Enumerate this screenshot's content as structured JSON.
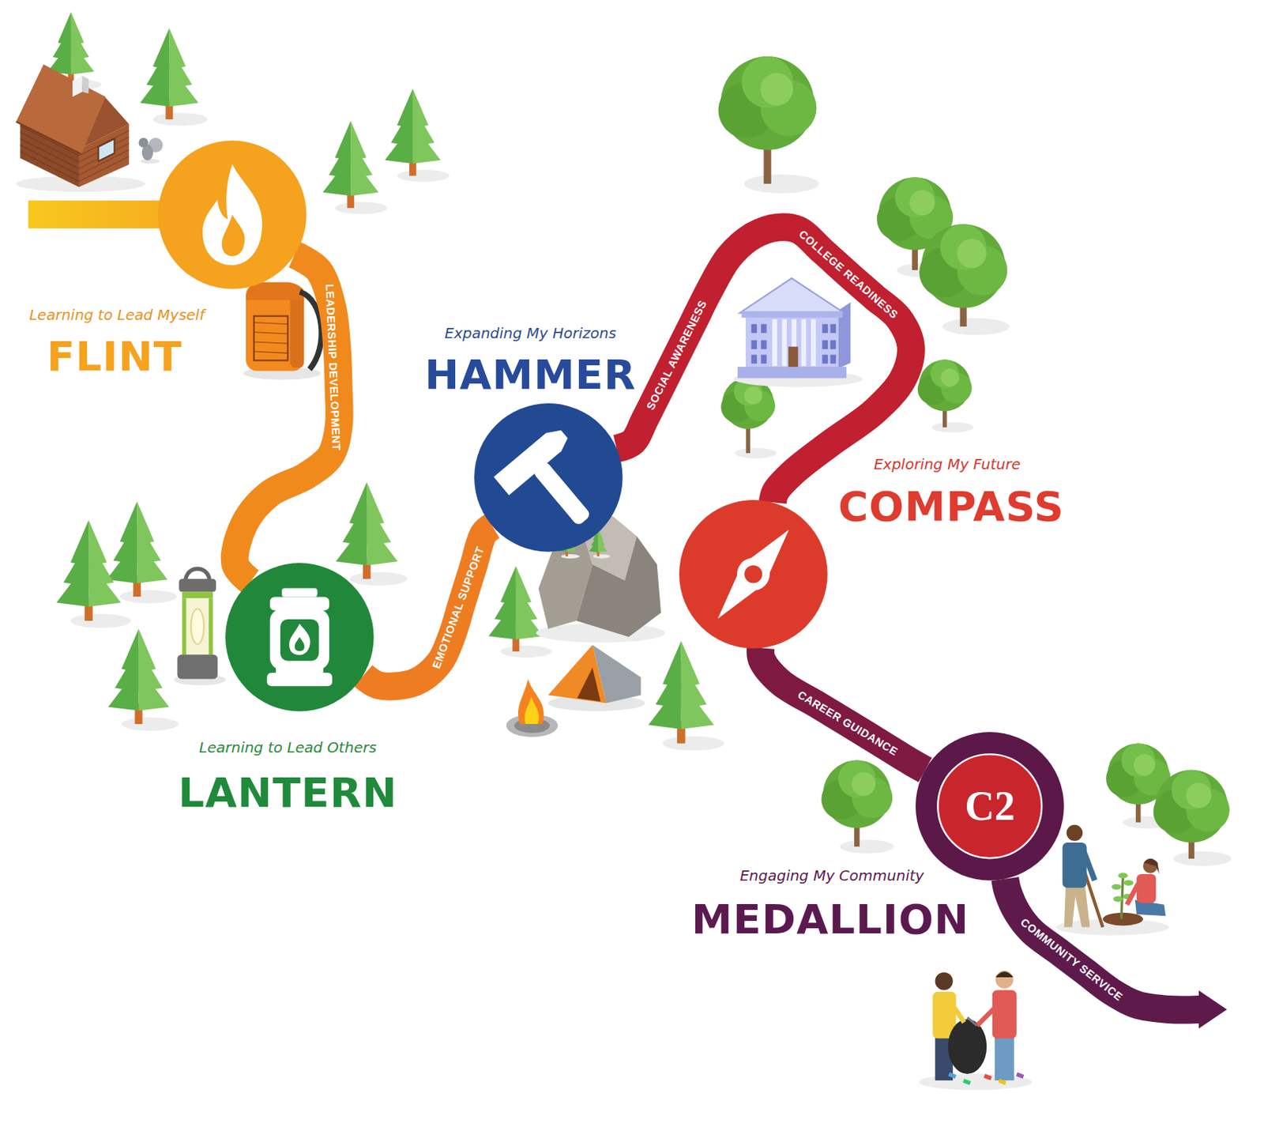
{
  "diagram": {
    "nodes": [
      {
        "text": [
          "Learning to Lead Myself",
          "FLINT"
        ]
      },
      {
        "text": [
          "Learning to Lead Others",
          "LANTERN"
        ]
      },
      {
        "text": [
          "Expanding My Horizons",
          "HAMMER"
        ]
      },
      {
        "text": [
          "Exploring My Future",
          "COMPASS"
        ]
      },
      {
        "text": [
          "Engaging My Community",
          "MEDALLION",
          "C2"
        ]
      }
    ],
    "edges": [
      {
        "from": 0,
        "to": 1,
        "arrow": "none",
        "label": "LEADERSHIP DEVELOPMENT"
      },
      {
        "from": 1,
        "to": 2,
        "arrow": "none",
        "label": "EMOTIONAL SUPPORT"
      },
      {
        "from": 2,
        "to": 3,
        "arrow": "none",
        "label": "SOCIAL AWARENESS"
      },
      {
        "from": 3,
        "to": 4,
        "arrow": "none",
        "label": "CAREER GUIDANCE"
      }
    ],
    "labels": [
      "COLLEGE READINESS",
      "COMMUNITY SERVICE"
    ]
  }
}
